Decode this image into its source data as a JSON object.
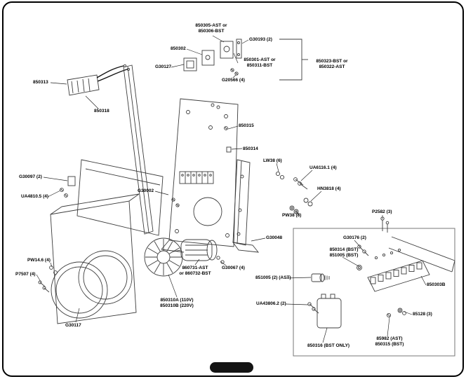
{
  "diagram": {
    "type": "exploded-parts-diagram",
    "colors": {
      "frame": "#000000",
      "line": "#3c3c3c"
    }
  },
  "labels": [
    "850305-AST or\n850306-BST",
    "G30193 (2)",
    "850302",
    "G30127",
    "850301-AST or\n850311-BST",
    "G20566 (4)",
    "850323-BST or\n850322-AST",
    "850313",
    "850318",
    "850315",
    "850314",
    "LW38 (6)",
    "UA6116.1 (4)",
    "G30097 (2)",
    "UA4810.5 (4)",
    "G30002",
    "HN3818 (4)",
    "PW38 (8)",
    "P2582 (3)",
    "G30048",
    "G30176 (2)",
    "850314 (BST)\n851005 (BST)",
    "851005 (2) (AST)",
    "850303B",
    "PW14.6 (4)",
    "P7507 (4)",
    "860731-AST\nor 860732-BST",
    "G30067 (4)",
    "UA43806.2 (2)",
    "850310A (110V)\n850310B (220V)",
    "G30117",
    "85128 (3)",
    "85982 (AST)\n850315 (BST)",
    "850316 (BST ONLY)"
  ]
}
